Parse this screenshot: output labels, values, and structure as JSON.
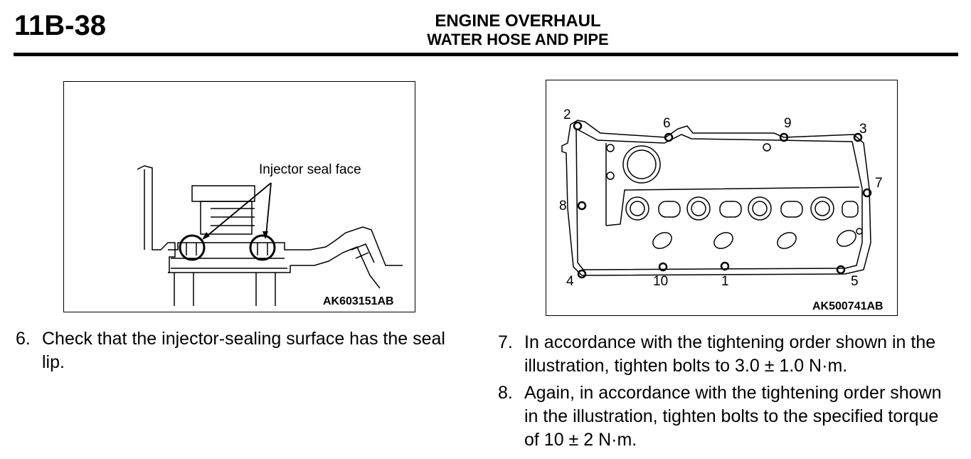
{
  "header": {
    "page_number": "11B-38",
    "section_title": "ENGINE OVERHAUL",
    "subsection_title": "WATER HOSE AND PIPE"
  },
  "figure_left": {
    "callout": "Injector seal face",
    "code": "AK603151AB"
  },
  "figure_right": {
    "code": "AK500741AB",
    "bolt_labels": [
      "1",
      "2",
      "3",
      "4",
      "5",
      "6",
      "7",
      "8",
      "9",
      "10"
    ]
  },
  "steps": [
    {
      "number": "6.",
      "text": "Check that the injector-sealing surface has the seal lip."
    },
    {
      "number": "7.",
      "text": "In accordance with the tightening order shown in the illustration, tighten bolts to 3.0 ± 1.0 N·m."
    },
    {
      "number": "8.",
      "text": "Again, in accordance with the tightening order shown in the illustration, tighten bolts to the specified torque of 10 ± 2 N·m."
    }
  ]
}
